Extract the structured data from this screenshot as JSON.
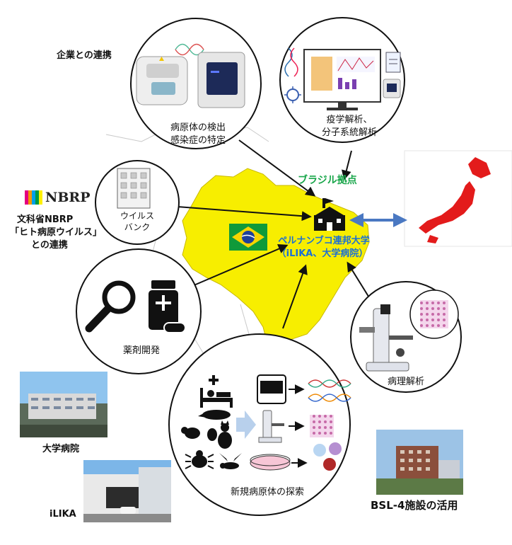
{
  "labels": {
    "company": "企業との連携",
    "detection_1": "病原体の検出",
    "detection_2": "感染症の特定",
    "epi_1": "疫学解析、",
    "epi_2": "分子系統解析",
    "brazil_base": "ブラジル拠点",
    "univ_1": "ペルナンブコ連邦大学",
    "univ_2": "（iLIKA、大学病院）",
    "nbrp_logo": "NBRP",
    "nbrp_1": "文科省NBRP",
    "nbrp_2": "「ヒト病原ウイルス」",
    "nbrp_3": "との連携",
    "bank_1": "ウイルス",
    "bank_2": "バンク",
    "drug": "薬剤開発",
    "pathology": "病理解析",
    "explore": "新規病原体の探索",
    "hospital": "大学病院",
    "ilika": "iLIKA",
    "bsl4": "BSL-4施設の活用"
  },
  "colors": {
    "brazil_fill": "#f7ee00",
    "brazil_base_text": "#19a64a",
    "univ_text": "#1a6fd6",
    "japan_fill": "#e31b1b",
    "double_arrow": "#4a78c2",
    "flag_green": "#109a3a",
    "flag_yellow": "#f6d500",
    "flag_blue": "#1f3f9a"
  },
  "icons": {
    "school": "school-building-icon",
    "magnifier": "magnifier-icon",
    "medicine": "medicine-bottle-icon",
    "bed": "hospital-bed-icon",
    "dna": "dna-icon",
    "virus": "virus-icon",
    "microscope": "microscope-icon"
  }
}
